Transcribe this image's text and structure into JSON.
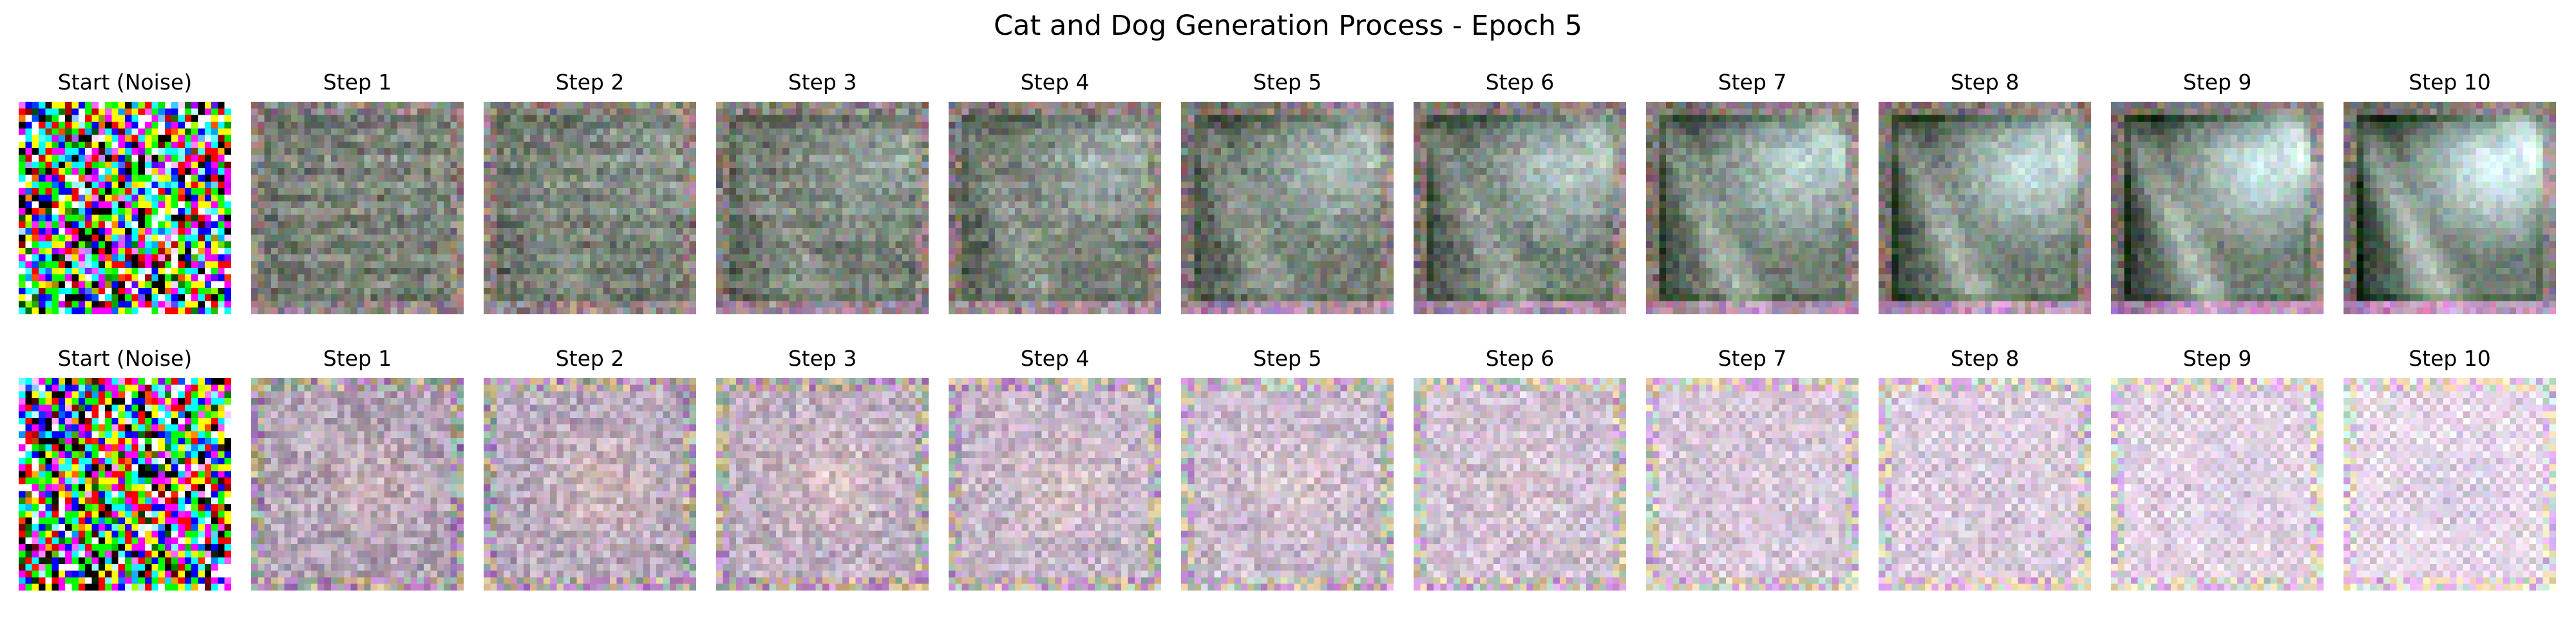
{
  "figure": {
    "title": "Cat and Dog Generation Process - Epoch 5"
  },
  "rows": [
    {
      "row_id": "top",
      "panels": [
        {
          "title": "Start (Noise)",
          "kind": "noise",
          "strength": 0.0
        },
        {
          "title": "Step 1",
          "kind": "dark-pattern",
          "strength": 0.1
        },
        {
          "title": "Step 2",
          "kind": "dark-pattern",
          "strength": 0.2
        },
        {
          "title": "Step 3",
          "kind": "dark-pattern",
          "strength": 0.3
        },
        {
          "title": "Step 4",
          "kind": "dark-pattern",
          "strength": 0.4
        },
        {
          "title": "Step 5",
          "kind": "dark-pattern",
          "strength": 0.5
        },
        {
          "title": "Step 6",
          "kind": "dark-pattern",
          "strength": 0.6
        },
        {
          "title": "Step 7",
          "kind": "dark-pattern",
          "strength": 0.7
        },
        {
          "title": "Step 8",
          "kind": "dark-pattern",
          "strength": 0.8
        },
        {
          "title": "Step 9",
          "kind": "dark-pattern",
          "strength": 0.9
        },
        {
          "title": "Step 10",
          "kind": "dark-pattern",
          "strength": 1.0
        }
      ]
    },
    {
      "row_id": "bottom",
      "panels": [
        {
          "title": "Start (Noise)",
          "kind": "noise",
          "strength": 0.0
        },
        {
          "title": "Step 1",
          "kind": "light-pattern",
          "strength": 0.1
        },
        {
          "title": "Step 2",
          "kind": "light-pattern",
          "strength": 0.2
        },
        {
          "title": "Step 3",
          "kind": "light-pattern",
          "strength": 0.3
        },
        {
          "title": "Step 4",
          "kind": "light-pattern",
          "strength": 0.4
        },
        {
          "title": "Step 5",
          "kind": "light-pattern",
          "strength": 0.5
        },
        {
          "title": "Step 6",
          "kind": "light-pattern",
          "strength": 0.6
        },
        {
          "title": "Step 7",
          "kind": "light-pattern",
          "strength": 0.7
        },
        {
          "title": "Step 8",
          "kind": "light-pattern",
          "strength": 0.8
        },
        {
          "title": "Step 9",
          "kind": "light-pattern",
          "strength": 0.9
        },
        {
          "title": "Step 10",
          "kind": "light-pattern",
          "strength": 1.0
        }
      ]
    }
  ]
}
